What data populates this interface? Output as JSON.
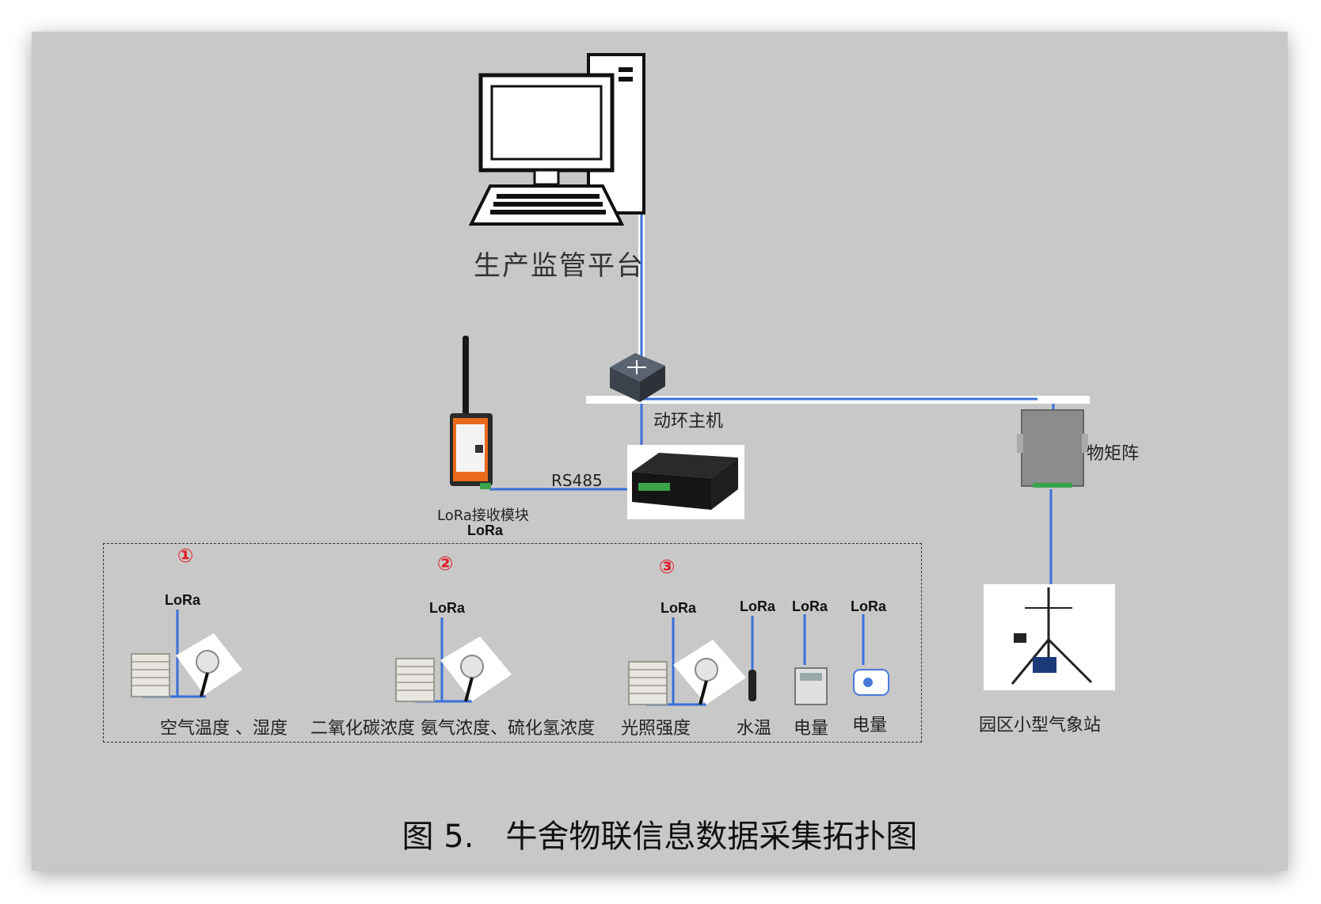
{
  "nodes": {
    "platform": "生产监管平台",
    "switch_host": "动环主机",
    "matrix": "物矩阵",
    "lora_receiver": "LoRa接收模块",
    "weather_station": "园区小型气象站"
  },
  "links": {
    "rs485": "RS485"
  },
  "lora_tag": "LoRa",
  "groups": [
    {
      "marker": "①",
      "label": "空气温度 、湿度"
    },
    {
      "marker": "②",
      "label": "二氧化碳浓度   氨气浓度、硫化氢浓度"
    },
    {
      "marker": "③",
      "label": "光照强度"
    }
  ],
  "single_sensors": [
    {
      "label": "水温"
    },
    {
      "label": "电量"
    },
    {
      "label": "电量"
    }
  ],
  "caption": {
    "figure": "图 5.",
    "title": "牛舍物联信息数据采集拓扑图"
  },
  "colors": {
    "link_blue": "#3a6fd8",
    "background": "#c8c8c8",
    "marker_red": "#e0202a"
  }
}
